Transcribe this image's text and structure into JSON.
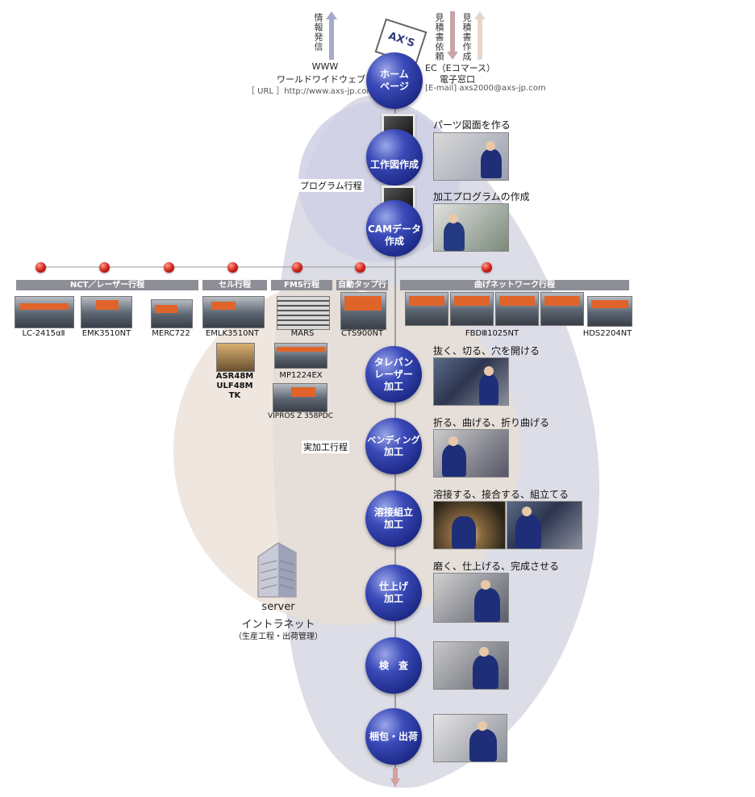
{
  "header": {
    "info_vertical": "情報発信",
    "request_vertical": "見積書依頼",
    "create_vertical": "見積書作成",
    "www": "WWW",
    "www_sub": "ワールドワイドウェブ",
    "url_label": "［ URL ］http://www.axs-jp.com",
    "ec": "EC（Eコマース）",
    "ec_sub": "電子窓口",
    "email_label": "[E-mail] axs2000@axs-jp.com",
    "logo_text": "AX'S"
  },
  "program_tag": "プログラム行程",
  "real_tag": "実加工行程",
  "steps": [
    {
      "line1": "ホーム",
      "line2": "ページ",
      "task": ""
    },
    {
      "line1": "工作図作成",
      "line2": "",
      "task": "パーツ図面を作る"
    },
    {
      "line1": "CAMデータ",
      "line2": "作成",
      "task": "加工プログラムの作成"
    },
    {
      "line1": "タレパン",
      "line2": "レーザー",
      "line3": "加工",
      "task": "抜く、切る、穴を開ける"
    },
    {
      "line1": "ベンディング",
      "line2": "加工",
      "task": "折る、曲げる、折り曲げる"
    },
    {
      "line1": "溶接組立",
      "line2": "加工",
      "task": "溶接する、接合する、組立てる"
    },
    {
      "line1": "仕上げ",
      "line2": "加工",
      "task": "磨く、仕上げる、完成させる"
    },
    {
      "line1": "検　査",
      "line2": "",
      "task": ""
    },
    {
      "line1": "梱包・出荷",
      "line2": "",
      "task": ""
    }
  ],
  "bands": [
    {
      "label": "NCT／レーザー行程"
    },
    {
      "label": "セル行程"
    },
    {
      "label": "FMS行程"
    },
    {
      "label": "自動タップ行程"
    },
    {
      "label": "曲げネットワーク行程"
    }
  ],
  "machines": [
    {
      "label": "LC-2415αⅡ"
    },
    {
      "label": "EMK3510NT"
    },
    {
      "label": "MERC722"
    },
    {
      "label": "EMLK3510NT"
    },
    {
      "label": "MARS"
    },
    {
      "label": "CTS900NT"
    },
    {
      "label": "FBDⅢ1025NT"
    },
    {
      "label": "HDS2204NT"
    },
    {
      "label": "ASR48M"
    },
    {
      "label": "ULF48M"
    },
    {
      "label": "TK"
    },
    {
      "label": "MP1224EX"
    },
    {
      "label": "VIPROS Z 358PDC"
    }
  ],
  "server": {
    "title": "server",
    "name": "イントラネット",
    "sub": "（生産工程・出荷管理）"
  },
  "colors": {
    "sphere": "#1d2a88",
    "dot": "#d02018",
    "band": "#8e8e96",
    "blob": "#dcdde6",
    "circle": "#e8ddd4"
  }
}
